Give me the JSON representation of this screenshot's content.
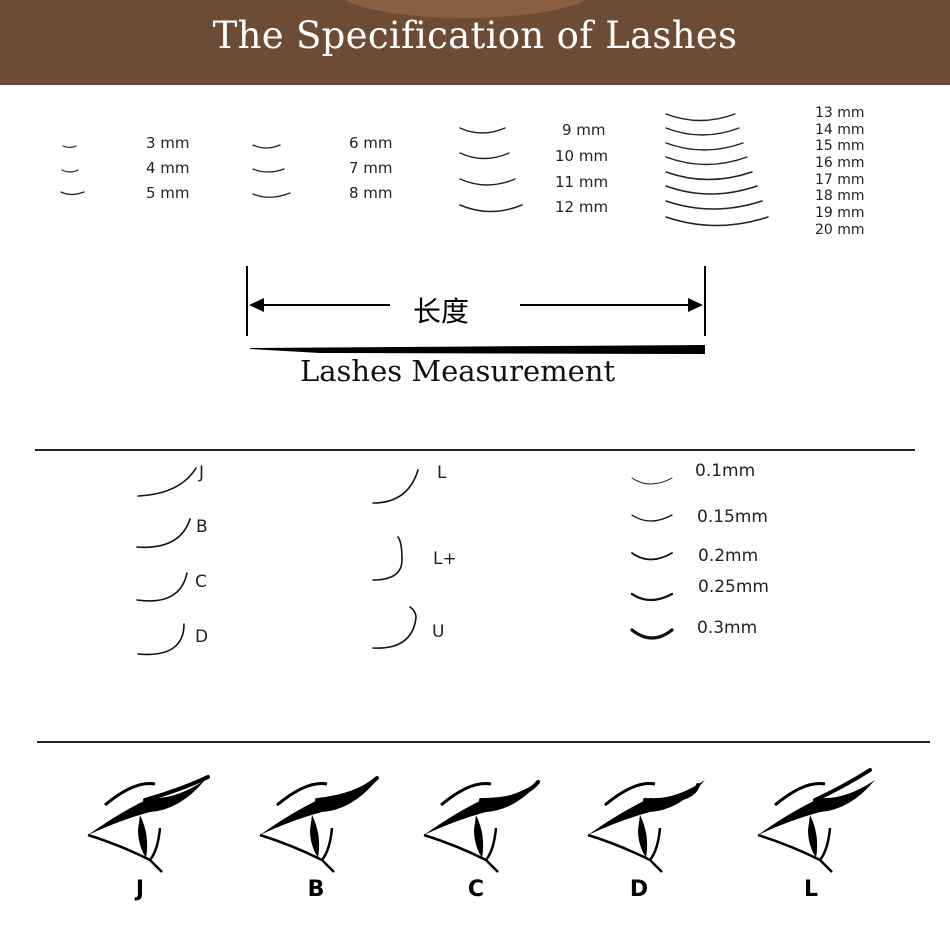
{
  "header": {
    "title": "The Specification of Lashes"
  },
  "lengths": {
    "group1": [
      "3 mm",
      "4 mm",
      "5 mm"
    ],
    "group2": [
      "6 mm",
      "7 mm",
      "8 mm"
    ],
    "group3": [
      "9 mm",
      "10 mm",
      "11 mm",
      "12 mm"
    ],
    "group4": [
      "13 mm",
      "14 mm",
      "15 mm",
      "16 mm",
      "17 mm",
      "18 mm",
      "19 mm",
      "20 mm"
    ]
  },
  "measurement": {
    "length_cn": "长度",
    "caption": "Lashes Measurement"
  },
  "curls": {
    "column1": [
      "J",
      "B",
      "C",
      "D"
    ],
    "column2": [
      "L",
      "L+",
      "U"
    ]
  },
  "thickness": [
    "0.1mm",
    "0.15mm",
    "0.2mm",
    "0.25mm",
    "0.3mm"
  ],
  "eyes": [
    "J",
    "B",
    "C",
    "D",
    "L"
  ],
  "colors": {
    "banner": "#6e4b34",
    "text": "#111111"
  }
}
